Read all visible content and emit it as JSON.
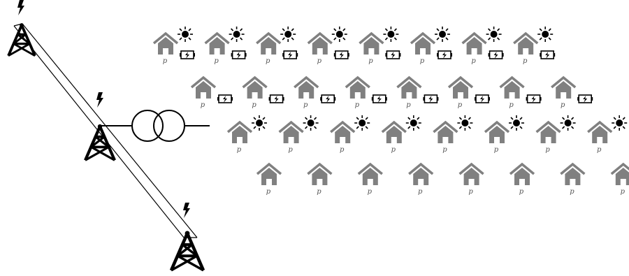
{
  "house_label": "p",
  "colors": {
    "house": "#808080",
    "line": "#000000",
    "sun": "#000000",
    "background": "#ffffff"
  },
  "icons": [
    "lightning-icon",
    "transmission-tower-icon",
    "transformer-icon",
    "house-icon",
    "sun-icon",
    "battery-icon"
  ],
  "rows": [
    {
      "name": "row-solar-battery",
      "houses": 8,
      "has_sun": true,
      "has_battery": true
    },
    {
      "name": "row-battery",
      "houses": 8,
      "has_sun": false,
      "has_battery": true
    },
    {
      "name": "row-solar",
      "houses": 8,
      "has_sun": true,
      "has_battery": false
    },
    {
      "name": "row-plain",
      "houses": 8,
      "has_sun": false,
      "has_battery": false
    }
  ]
}
